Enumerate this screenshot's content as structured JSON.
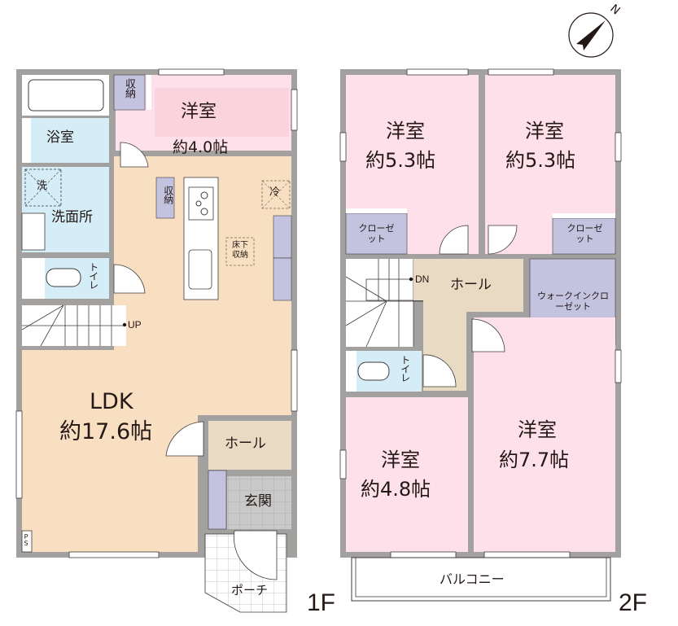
{
  "colors": {
    "wall": "#a3a1a0",
    "wall_outline": "#3e3a39",
    "ldk_floor": "#f8dfc2",
    "western_room": "#fde0e9",
    "wet_area": "#d5edf6",
    "storage": "#c3c3e0",
    "hall": "#e8dac3",
    "entrance": "#c8c8c8",
    "porch_grid": "#ffffff"
  },
  "compass": {
    "label": "N"
  },
  "floor1": {
    "floor_label": "1F",
    "rooms": {
      "western": {
        "name": "洋室",
        "size": "約4.0帖"
      },
      "storage_top": {
        "name": "収納"
      },
      "bathroom": {
        "name": "浴室"
      },
      "laundry_space": {
        "name": "洗"
      },
      "washroom": {
        "name": "洗面所"
      },
      "toilet": {
        "name": "トイレ"
      },
      "storage_kitchen": {
        "name": "収納"
      },
      "fridge_space": {
        "name": "冷"
      },
      "underfloor_storage": {
        "name": "床下収納"
      },
      "ldk": {
        "name": "LDK",
        "size": "約17.6帖"
      },
      "hall": {
        "name": "ホール"
      },
      "entrance": {
        "name": "玄関"
      },
      "porch": {
        "name": "ポーチ"
      },
      "ps": {
        "name": "PS"
      }
    },
    "stairs": {
      "label": "UP"
    }
  },
  "floor2": {
    "floor_label": "2F",
    "rooms": {
      "western_nw": {
        "name": "洋室",
        "size": "約5.3帖"
      },
      "western_ne": {
        "name": "洋室",
        "size": "約5.3帖"
      },
      "closet_w": {
        "name": "クローゼット"
      },
      "closet_e": {
        "name": "クローゼット"
      },
      "hall": {
        "name": "ホール"
      },
      "walk_in_closet": {
        "name": "ウォークインクローゼット"
      },
      "toilet": {
        "name": "トイレ"
      },
      "western_sw": {
        "name": "洋室",
        "size": "約4.8帖"
      },
      "western_se": {
        "name": "洋室",
        "size": "約7.7帖"
      },
      "balcony": {
        "name": "バルコニー"
      }
    },
    "stairs": {
      "label": "DN"
    }
  }
}
